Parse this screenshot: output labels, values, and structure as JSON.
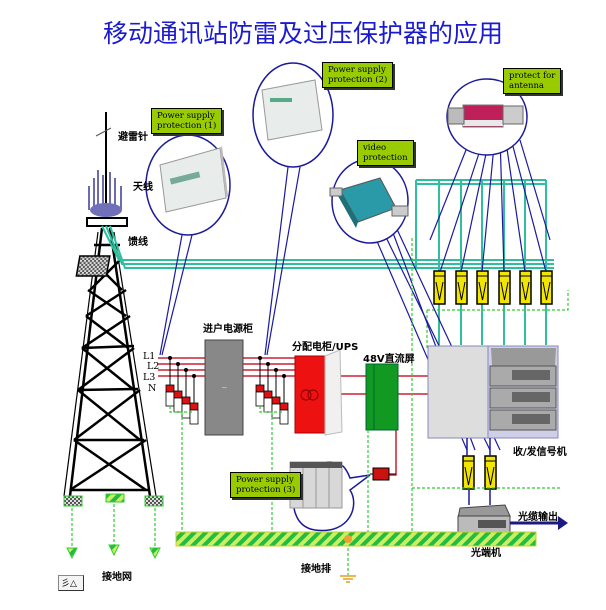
{
  "title": "移动通讯站防雷及过压保护器的应用",
  "callouts": {
    "power1": "Power supply\nprotection (1)",
    "power2": "Power supply\nprotection (2)",
    "power3": "Power supply\nprotection (3)",
    "antenna": "protect for\nantenna",
    "video": "video\nprotection"
  },
  "labels": {
    "lightning_rod": "避雷针",
    "antenna": "天线",
    "feeder": "馈线",
    "incoming_cabinet": "进户电源柜",
    "distribution_ups": "分配电柜/UPS",
    "dc_panel": "48V直流屏",
    "transceiver": "收/发信号机",
    "optical_terminal": "光端机",
    "fiber_output": "光缆输出",
    "grounding_bar": "接地排",
    "grounding_grid": "接地网",
    "phases": [
      "L1",
      "L2",
      "L3",
      "N"
    ]
  },
  "toolbar": {
    "shape_button": "彡△"
  },
  "colors": {
    "title": "#1a1ad0",
    "callout_bg": "#99cc00",
    "callout_ring": "#1a1a9a",
    "feeder": "#2fbf9f",
    "power_line": "#cc2233",
    "ground": "#33cc33",
    "ground_bar": "#99dd33",
    "arrester_yellow": "#f2e600",
    "cabinet_red": "#ee1111",
    "dc_green": "#119922",
    "cabinet_gray": "#888888",
    "signal_blue": "#1a1aa0"
  }
}
